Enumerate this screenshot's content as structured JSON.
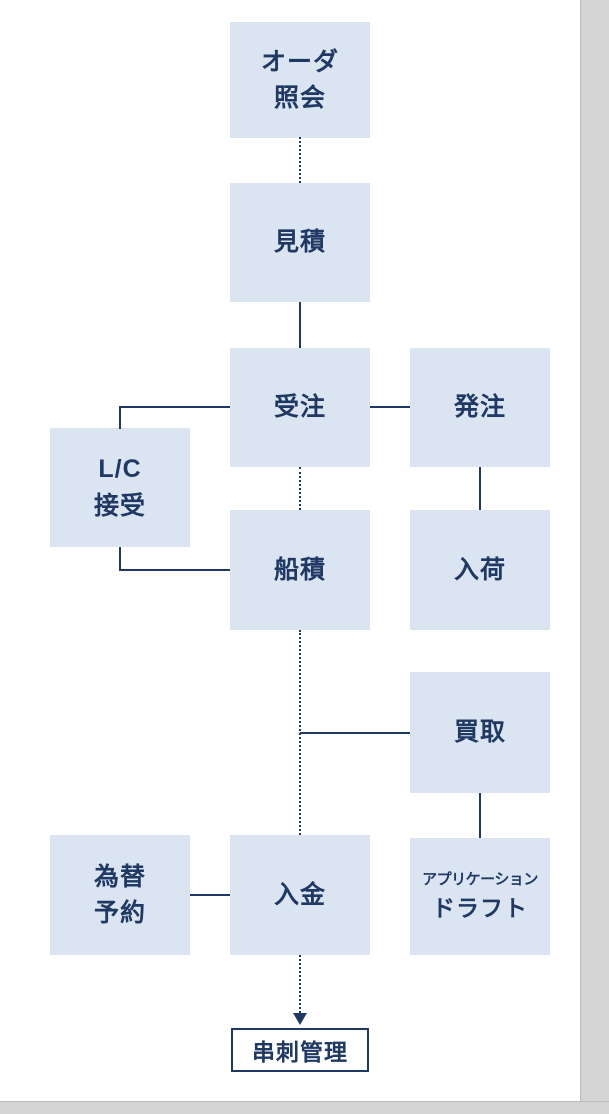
{
  "colors": {
    "node_fill": "#dbe5f1",
    "node_text": "#1f3864",
    "connector": "#1f3864",
    "final_box_border": "#1f3864",
    "page_background": "#ffffff",
    "outer_margin": "#d4d4d4"
  },
  "nodes": {
    "order_inquiry": {
      "line1": "オーダ",
      "line2": "照会"
    },
    "quotation": {
      "line1": "見積"
    },
    "sales_order": {
      "line1": "受注"
    },
    "purchase_order": {
      "line1": "発注"
    },
    "lc_accept": {
      "line1": "L/C",
      "line2": "接受"
    },
    "shipping": {
      "line1": "船積"
    },
    "arrival": {
      "line1": "入荷"
    },
    "purchase_negotiation": {
      "line1": "買取"
    },
    "exchange_reservation": {
      "line1": "為替",
      "line2": "予約"
    },
    "deposit": {
      "line1": "入金"
    },
    "application_draft": {
      "line1": "アプリケーション",
      "line2": "ドラフト"
    },
    "cross_management": {
      "line1": "串刺管理"
    }
  }
}
